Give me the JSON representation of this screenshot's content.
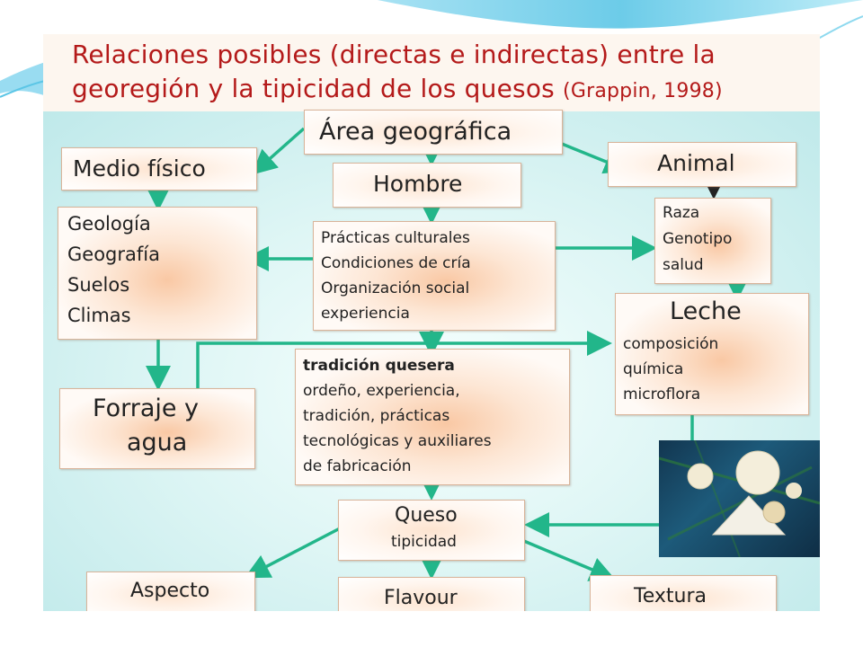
{
  "title": {
    "line1": "Relaciones posibles (directas e indirectas) entre la",
    "line2": "georegión y la tipicidad de los quesos",
    "citation": "(Grappin, 1998)"
  },
  "nodes": {
    "area": "Área geográfica",
    "medio": "Medio físico",
    "hombre": "Hombre",
    "animal": "Animal",
    "geo": [
      "Geología",
      "Geografía",
      "Suelos",
      "Climas"
    ],
    "practicas": [
      "Prácticas culturales",
      "Condiciones de cría",
      "Organización social",
      "experiencia"
    ],
    "raza": [
      "Raza",
      "Genotipo",
      "salud"
    ],
    "leche": {
      "title": "Leche",
      "lines": [
        "composición",
        "química",
        "microflora"
      ]
    },
    "forraje": [
      "Forraje y",
      "agua"
    ],
    "tradicion": {
      "title": "tradición quesera",
      "lines": [
        "ordeño, experiencia,",
        "tradición, prácticas",
        "tecnológicas y auxiliares",
        "de fabricación"
      ]
    },
    "queso": {
      "title": "Queso",
      "sub": "tipicidad"
    },
    "aspecto": "Aspecto",
    "flavour": "Flavour",
    "textura": "Textura"
  },
  "colors": {
    "title": "#b41a1a",
    "arrow": "#22b68a",
    "background": "#cfeff0"
  },
  "icons": {
    "cheese_photo": "cheese-photo"
  }
}
